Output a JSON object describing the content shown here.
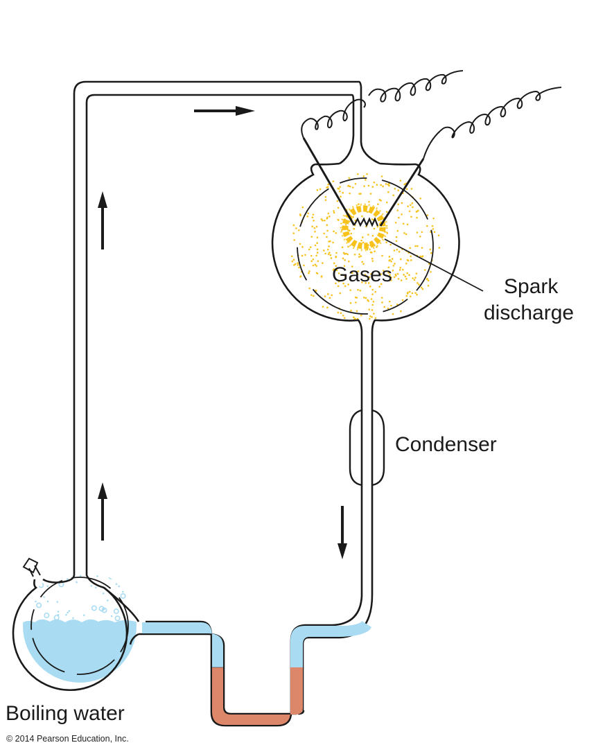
{
  "diagram": {
    "title": "Miller-Urey experiment apparatus",
    "labels": {
      "gases": "Gases",
      "spark_line1": "Spark",
      "spark_line2": "discharge",
      "condenser": "Condenser",
      "boiling_water": "Boiling water"
    },
    "copyright": "© 2014 Pearson Education, Inc.",
    "flow_arrows": [
      {
        "id": "top",
        "direction": "right"
      },
      {
        "id": "left-upper",
        "direction": "up"
      },
      {
        "id": "left-lower",
        "direction": "up"
      },
      {
        "id": "right",
        "direction": "down"
      }
    ],
    "colors": {
      "outline": "#1a1a1a",
      "water": "#a9dcf2",
      "trap_liquid": "#dc876a",
      "gas_particles": "#f7c21c",
      "background": "#ffffff"
    }
  }
}
